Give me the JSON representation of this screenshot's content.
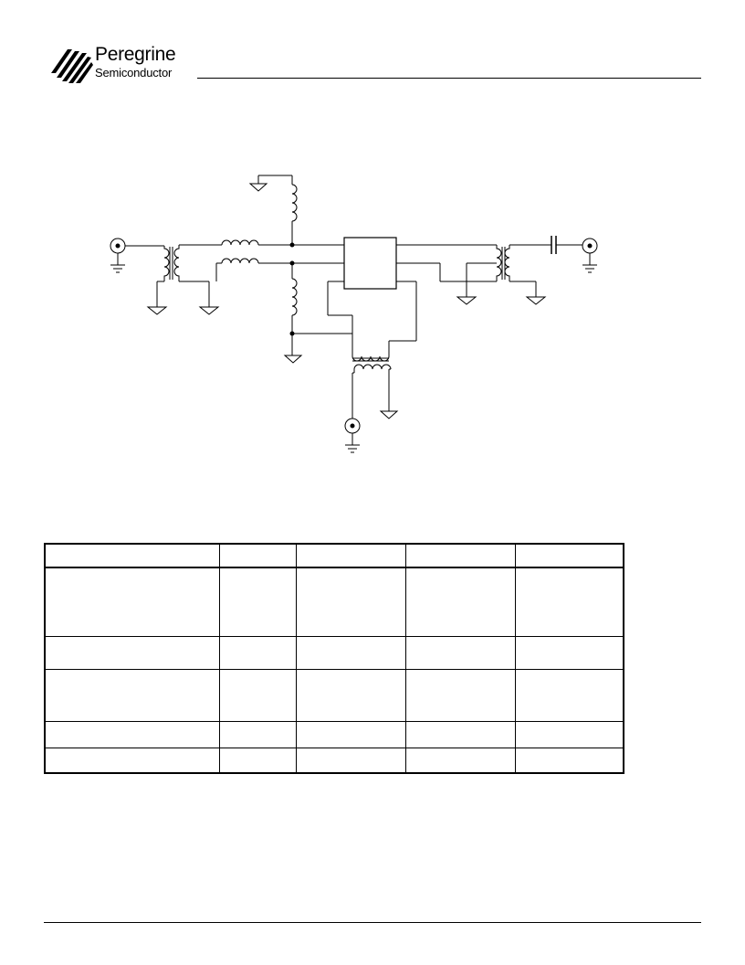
{
  "header": {
    "brand_name": "Peregrine",
    "brand_sub": "Semiconductor"
  },
  "colors": {
    "ink": "#000000",
    "paper": "#ffffff"
  },
  "table": {
    "rows": 5,
    "columns": 5
  }
}
